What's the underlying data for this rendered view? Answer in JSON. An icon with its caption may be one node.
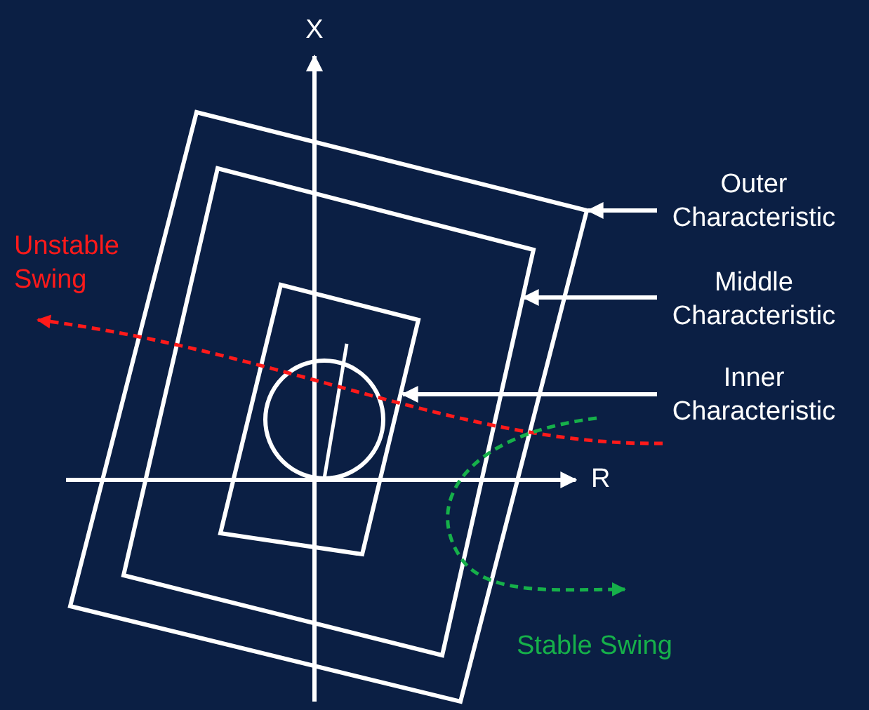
{
  "diagram": {
    "nodes": [
      {
        "text": [
          "Outer Characteristic"
        ]
      },
      {
        "text": [
          "Middle Characteristic"
        ]
      },
      {
        "text": [
          "Inner Characteristic"
        ]
      },
      {
        "text": [],
        "shape": "box"
      },
      {
        "text": [],
        "shape": "box",
        "in": 3
      },
      {
        "text": [],
        "shape": "box",
        "in": 4
      }
    ],
    "edges": [
      {
        "from": 0,
        "to": 3,
        "arrow": "to"
      },
      {
        "from": 1,
        "to": 4,
        "arrow": "to"
      },
      {
        "from": 2,
        "to": 5,
        "arrow": "to"
      }
    ],
    "labels": [
      "X",
      "Unstable Swing",
      "R",
      "Stable Swing"
    ]
  }
}
